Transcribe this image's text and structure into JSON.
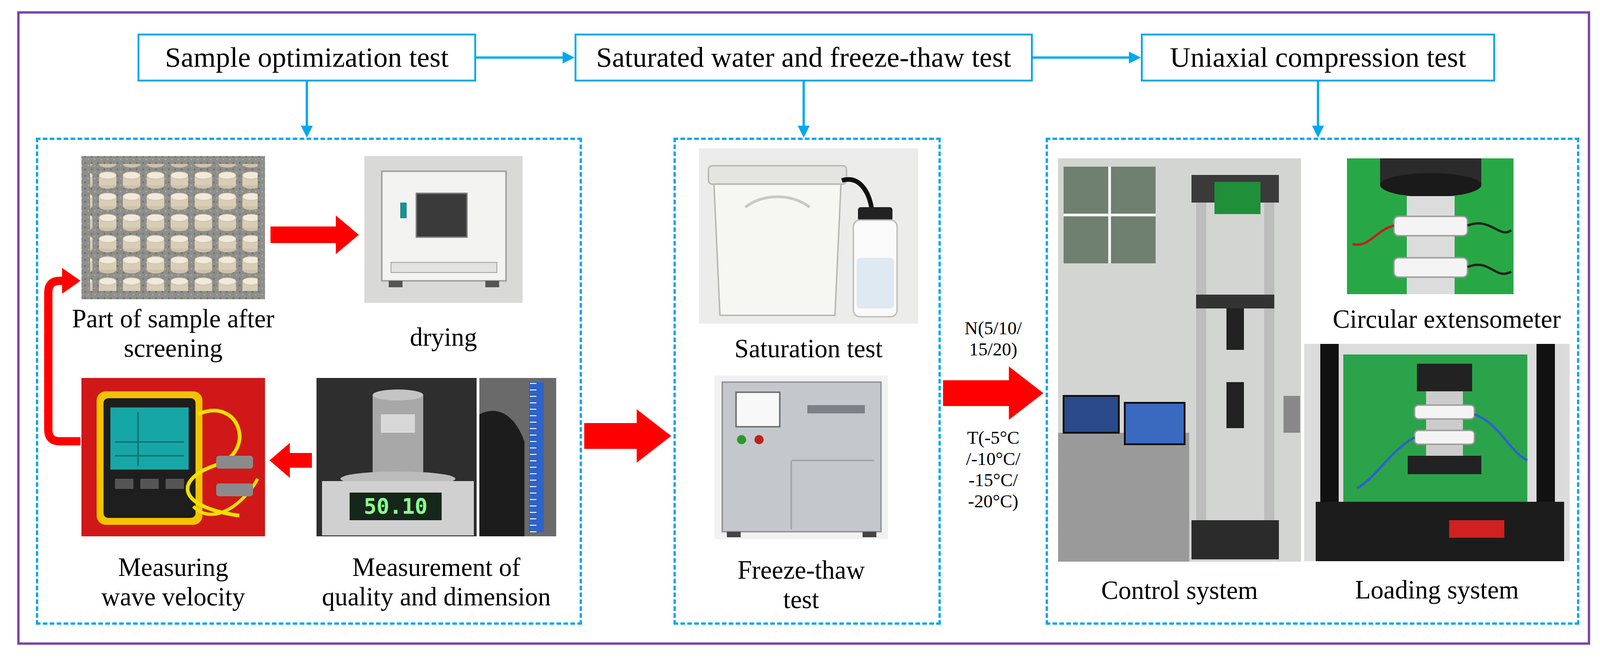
{
  "diagram": {
    "nodes": [
      {
        "text": [
          "Sample optimization test"
        ]
      },
      {
        "text": [
          "Saturated water and freeze-thaw test"
        ]
      },
      {
        "text": [
          "Uniaxial compression test"
        ]
      },
      {
        "text": []
      },
      {
        "text": [
          "Part of sample after screening"
        ],
        "in": 3
      },
      {
        "text": [
          "drying"
        ],
        "in": 3
      },
      {
        "text": [
          "Measuring wave velocity"
        ],
        "in": 3
      },
      {
        "text": [
          "Measurement of quality and dimension"
        ],
        "in": 3
      },
      {
        "text": []
      },
      {
        "text": [
          "Saturation test"
        ],
        "in": 8
      },
      {
        "text": [
          "Freeze-thaw test"
        ],
        "in": 8
      },
      {
        "text": []
      },
      {
        "text": [
          "Control system"
        ],
        "in": 11
      },
      {
        "text": [
          "Circular extensometer"
        ],
        "in": 11
      },
      {
        "text": [
          "Loading system"
        ],
        "in": 11
      }
    ],
    "edges": [
      {
        "from": 0,
        "to": 1,
        "arrow": "to"
      },
      {
        "from": 1,
        "to": 2,
        "arrow": "to"
      },
      {
        "from": 0,
        "to": 3,
        "arrow": "to"
      },
      {
        "from": 1,
        "to": 8,
        "arrow": "to"
      },
      {
        "from": 2,
        "to": 11,
        "arrow": "to"
      },
      {
        "from": 4,
        "to": 5,
        "arrow": "to"
      },
      {
        "from": 7,
        "to": 6,
        "arrow": "to"
      },
      {
        "from": 6,
        "to": 4,
        "arrow": "to"
      },
      {
        "from": 3,
        "to": 8,
        "arrow": "to"
      },
      {
        "from": 8,
        "to": 11,
        "label": "N(5/10/15/20)",
        "arrow": "to"
      }
    ],
    "labels": [
      "T(-5°C/-10°C/-15°C/-20°C)",
      "50.10"
    ]
  }
}
